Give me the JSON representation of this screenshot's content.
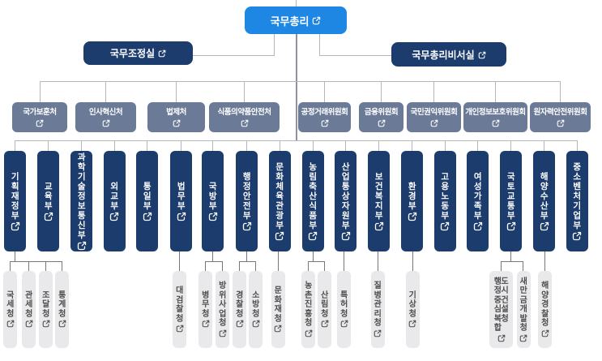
{
  "title": "국무총리 조직도",
  "colors": {
    "primary_blue": "#1E87E4",
    "navy": "#1C3C6D",
    "slate": "#6B7B97",
    "agency_bg": "#E9E9EB",
    "agency_text": "#4D4D4D",
    "line_light": "#B3B7BC",
    "line_dark": "#777777"
  },
  "icons": {
    "box_link_icon": "external-link"
  },
  "root": {
    "label": "국무총리"
  },
  "offices": [
    {
      "label": "국무조정실"
    },
    {
      "label": "국무총리비서실"
    }
  ],
  "pm_agencies": [
    {
      "label": "국가보훈처"
    },
    {
      "label": "인사혁신처"
    },
    {
      "label": "법제처"
    },
    {
      "label": "식품의약품안전처"
    },
    {
      "label": "공정거래위원회"
    },
    {
      "label": "금융위원회"
    },
    {
      "label": "국민권익위원회"
    },
    {
      "label": "개인정보보호위원회"
    },
    {
      "label": "원자력안전위원회"
    }
  ],
  "ministries": [
    {
      "label": "기획재정부"
    },
    {
      "label": "교육부"
    },
    {
      "label": "과학기술정보통신부"
    },
    {
      "label": "외교부"
    },
    {
      "label": "통일부"
    },
    {
      "label": "법무부"
    },
    {
      "label": "국방부"
    },
    {
      "label": "행정안전부"
    },
    {
      "label": "문화체육관광부"
    },
    {
      "label": "농림축산식품부"
    },
    {
      "label": "산업통상자원부"
    },
    {
      "label": "보건복지부"
    },
    {
      "label": "환경부"
    },
    {
      "label": "고용노동부"
    },
    {
      "label": "여성가족부"
    },
    {
      "label": "국토교통부"
    },
    {
      "label": "해양수산부"
    },
    {
      "label": "중소벤처기업부"
    }
  ],
  "sub_agencies": [
    {
      "label": "국세청",
      "parent": "기획재정부"
    },
    {
      "label": "관세청",
      "parent": "기획재정부"
    },
    {
      "label": "조달청",
      "parent": "기획재정부"
    },
    {
      "label": "통계청",
      "parent": "기획재정부"
    },
    {
      "label": "대검찰청",
      "parent": "법무부"
    },
    {
      "label": "병무청",
      "parent": "국방부"
    },
    {
      "label": "방위사업청",
      "parent": "국방부"
    },
    {
      "label": "경찰청",
      "parent": "행정안전부"
    },
    {
      "label": "소방청",
      "parent": "행정안전부"
    },
    {
      "label": "문화재청",
      "parent": "문화체육관광부"
    },
    {
      "label": "농촌진흥청",
      "parent": "농림축산식품부"
    },
    {
      "label": "산림청",
      "parent": "농림축산식품부"
    },
    {
      "label": "특허청",
      "parent": "산업통상자원부"
    },
    {
      "label": "질병관리청",
      "parent": "보건복지부"
    },
    {
      "label": "기상청",
      "parent": "환경부"
    },
    {
      "label": "행정중심복합도시건설청",
      "parent": "국토교통부",
      "lines": [
        "행정중심복합",
        "도시건설청"
      ]
    },
    {
      "label": "새만금개발청",
      "parent": "국토교통부"
    },
    {
      "label": "해양경찰청",
      "parent": "해양수산부"
    }
  ]
}
